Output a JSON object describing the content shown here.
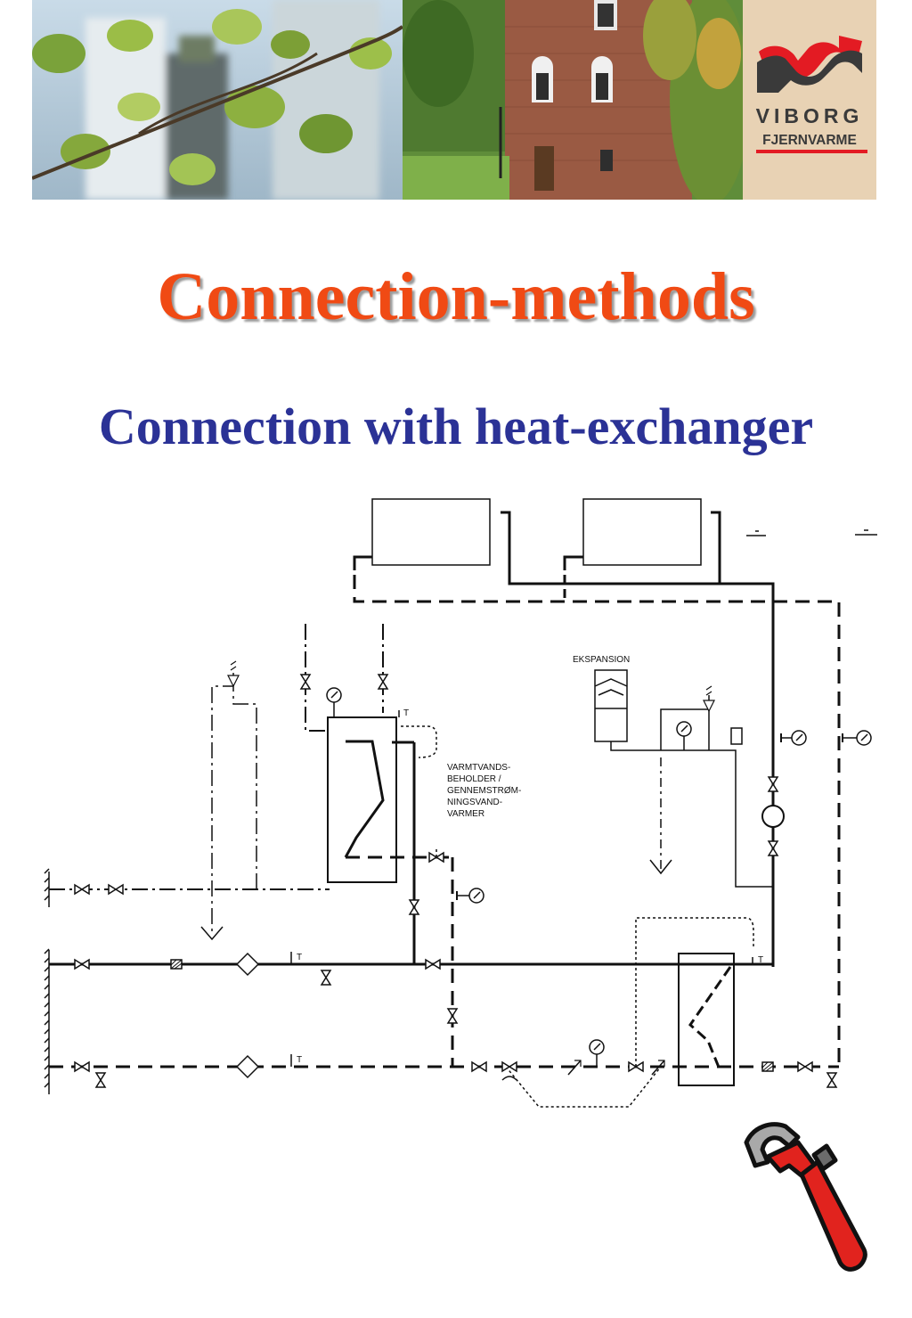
{
  "banner": {
    "logo": {
      "line1": "VIBORG",
      "line2": "FJERNVARME",
      "color_red": "#e31b23",
      "color_dark": "#3a3a3a"
    }
  },
  "heading": {
    "title": "Connection-methods",
    "subtitle": "Connection with heat-exchanger"
  },
  "diagram": {
    "labels": {
      "expansion": "EKSPANSION",
      "tank_1": "VARMTVANDS-",
      "tank_2": "BEHOLDER /",
      "tank_3": "GENNEMSTRØM-",
      "tank_4": "NINGSVAND-",
      "tank_5": "VARMER",
      "t1": "T",
      "t2": "T",
      "t3": "T",
      "t4": "T"
    }
  },
  "colors": {
    "title": "#f04a14",
    "subtitle": "#2b3296",
    "logo_bg": "#e8d2b4"
  },
  "icons": {
    "decoration": "pipe-wrench-icon"
  }
}
